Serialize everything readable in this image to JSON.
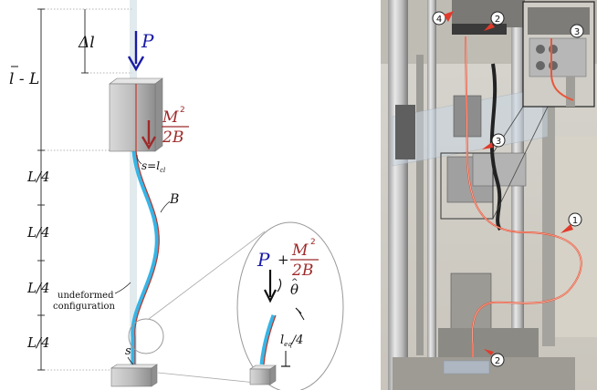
{
  "left_panel": {
    "labels": {
      "delta_l": "Δl",
      "l_minus_L": "l - L",
      "force_P": "P",
      "moment_num": "M",
      "moment_sup": "2",
      "moment_den": "2B",
      "s_eq_lcl": "s=l",
      "lcl_sub": "cl",
      "quarter_1": "L/4",
      "quarter_2": "L/4",
      "quarter_3": "L/4",
      "quarter_4": "L/4",
      "B": "B",
      "undeformed_1": "undeformed",
      "undeformed_2": "configuration",
      "s": "s"
    },
    "inset": {
      "P": "P",
      "plus": "+",
      "M": "M",
      "sup": "2",
      "den": "2B",
      "theta": "θ",
      "leq": "l",
      "leq_sub": "eq",
      "leq_rest": "/4"
    }
  },
  "right_panel": {
    "markers": [
      "1",
      "2",
      "2",
      "3",
      "3",
      "4"
    ]
  },
  "colors": {
    "force_blue": "#1a1aa6",
    "moment_red": "#9e2a2a",
    "rod_cyan": "#37b5e6",
    "rod_red": "#c0392b",
    "wire_orange": "#e8573a"
  }
}
